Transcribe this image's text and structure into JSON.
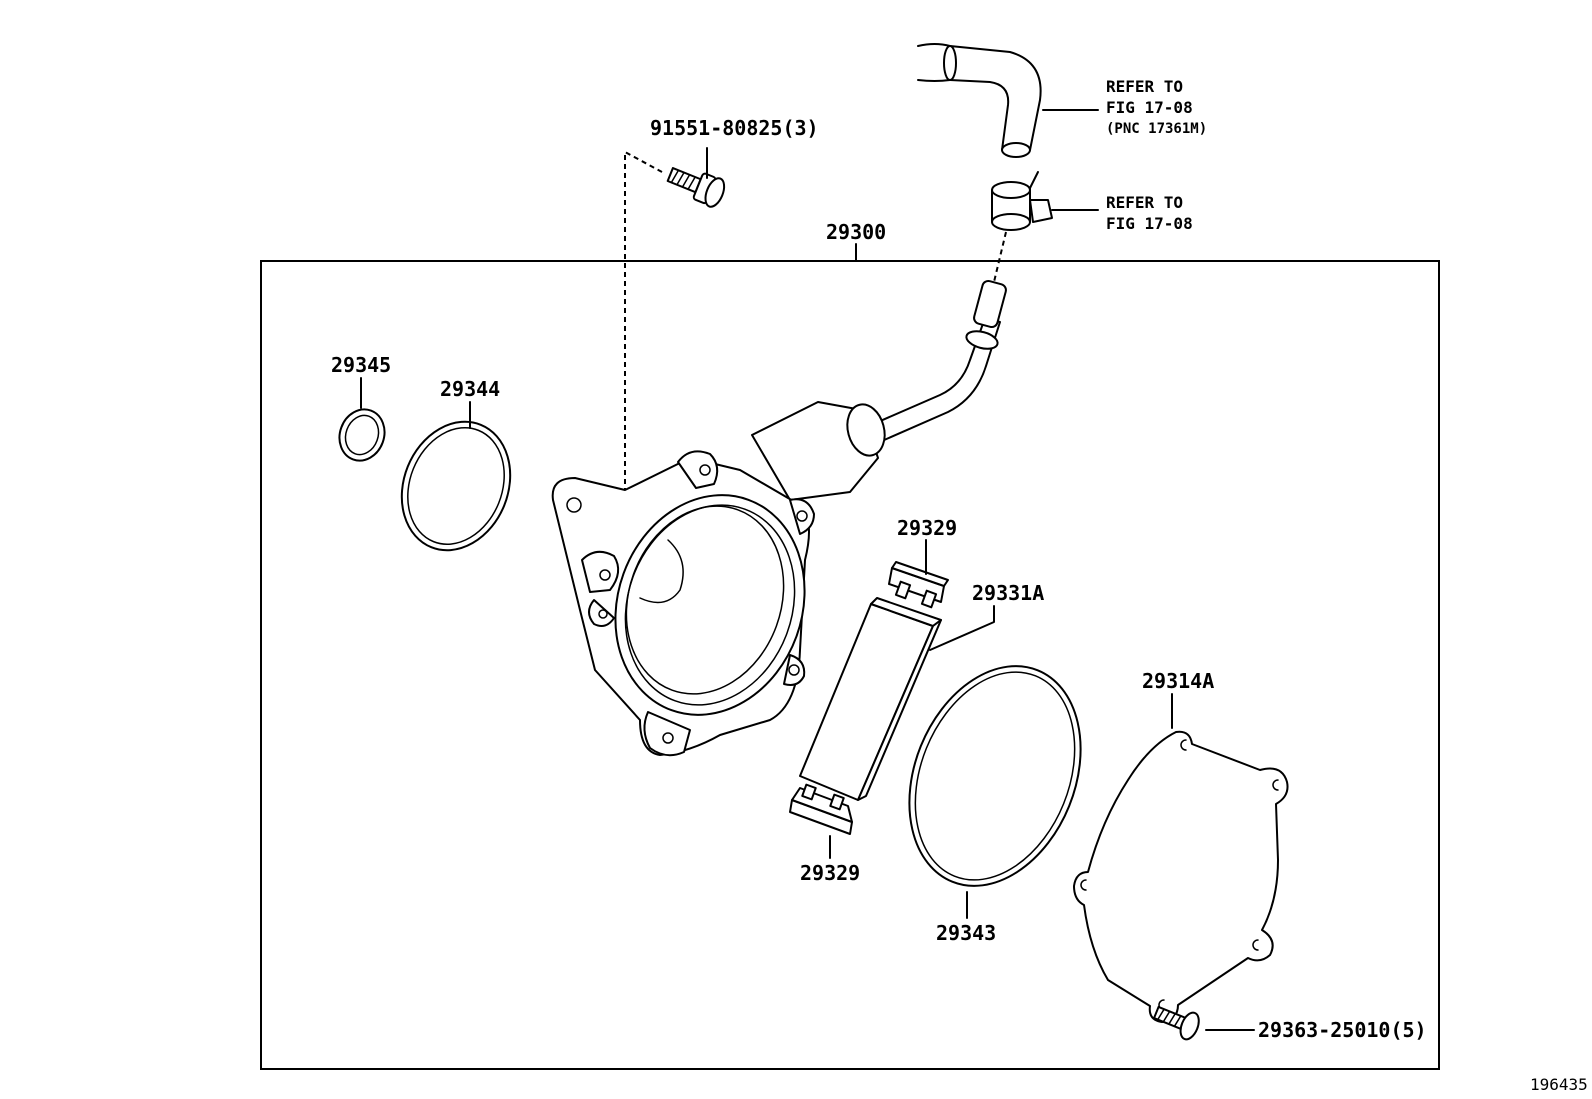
{
  "callouts": {
    "bolt": "91551-80825(3)",
    "assembly": "29300",
    "ring_small": "29345",
    "ring_medium": "29344",
    "cap_top": "29329",
    "vane": "29331A",
    "cover": "29314A",
    "cap_bottom": "29329",
    "ring_large": "29343",
    "screw": "29363-25010(5)"
  },
  "refer_hose": {
    "line1": "REFER TO",
    "line2": "FIG 17-08",
    "line3": "(PNC 17361M)"
  },
  "refer_clamp": {
    "line1": "REFER TO",
    "line2": "FIG 17-08"
  },
  "illustration_number": "196435"
}
